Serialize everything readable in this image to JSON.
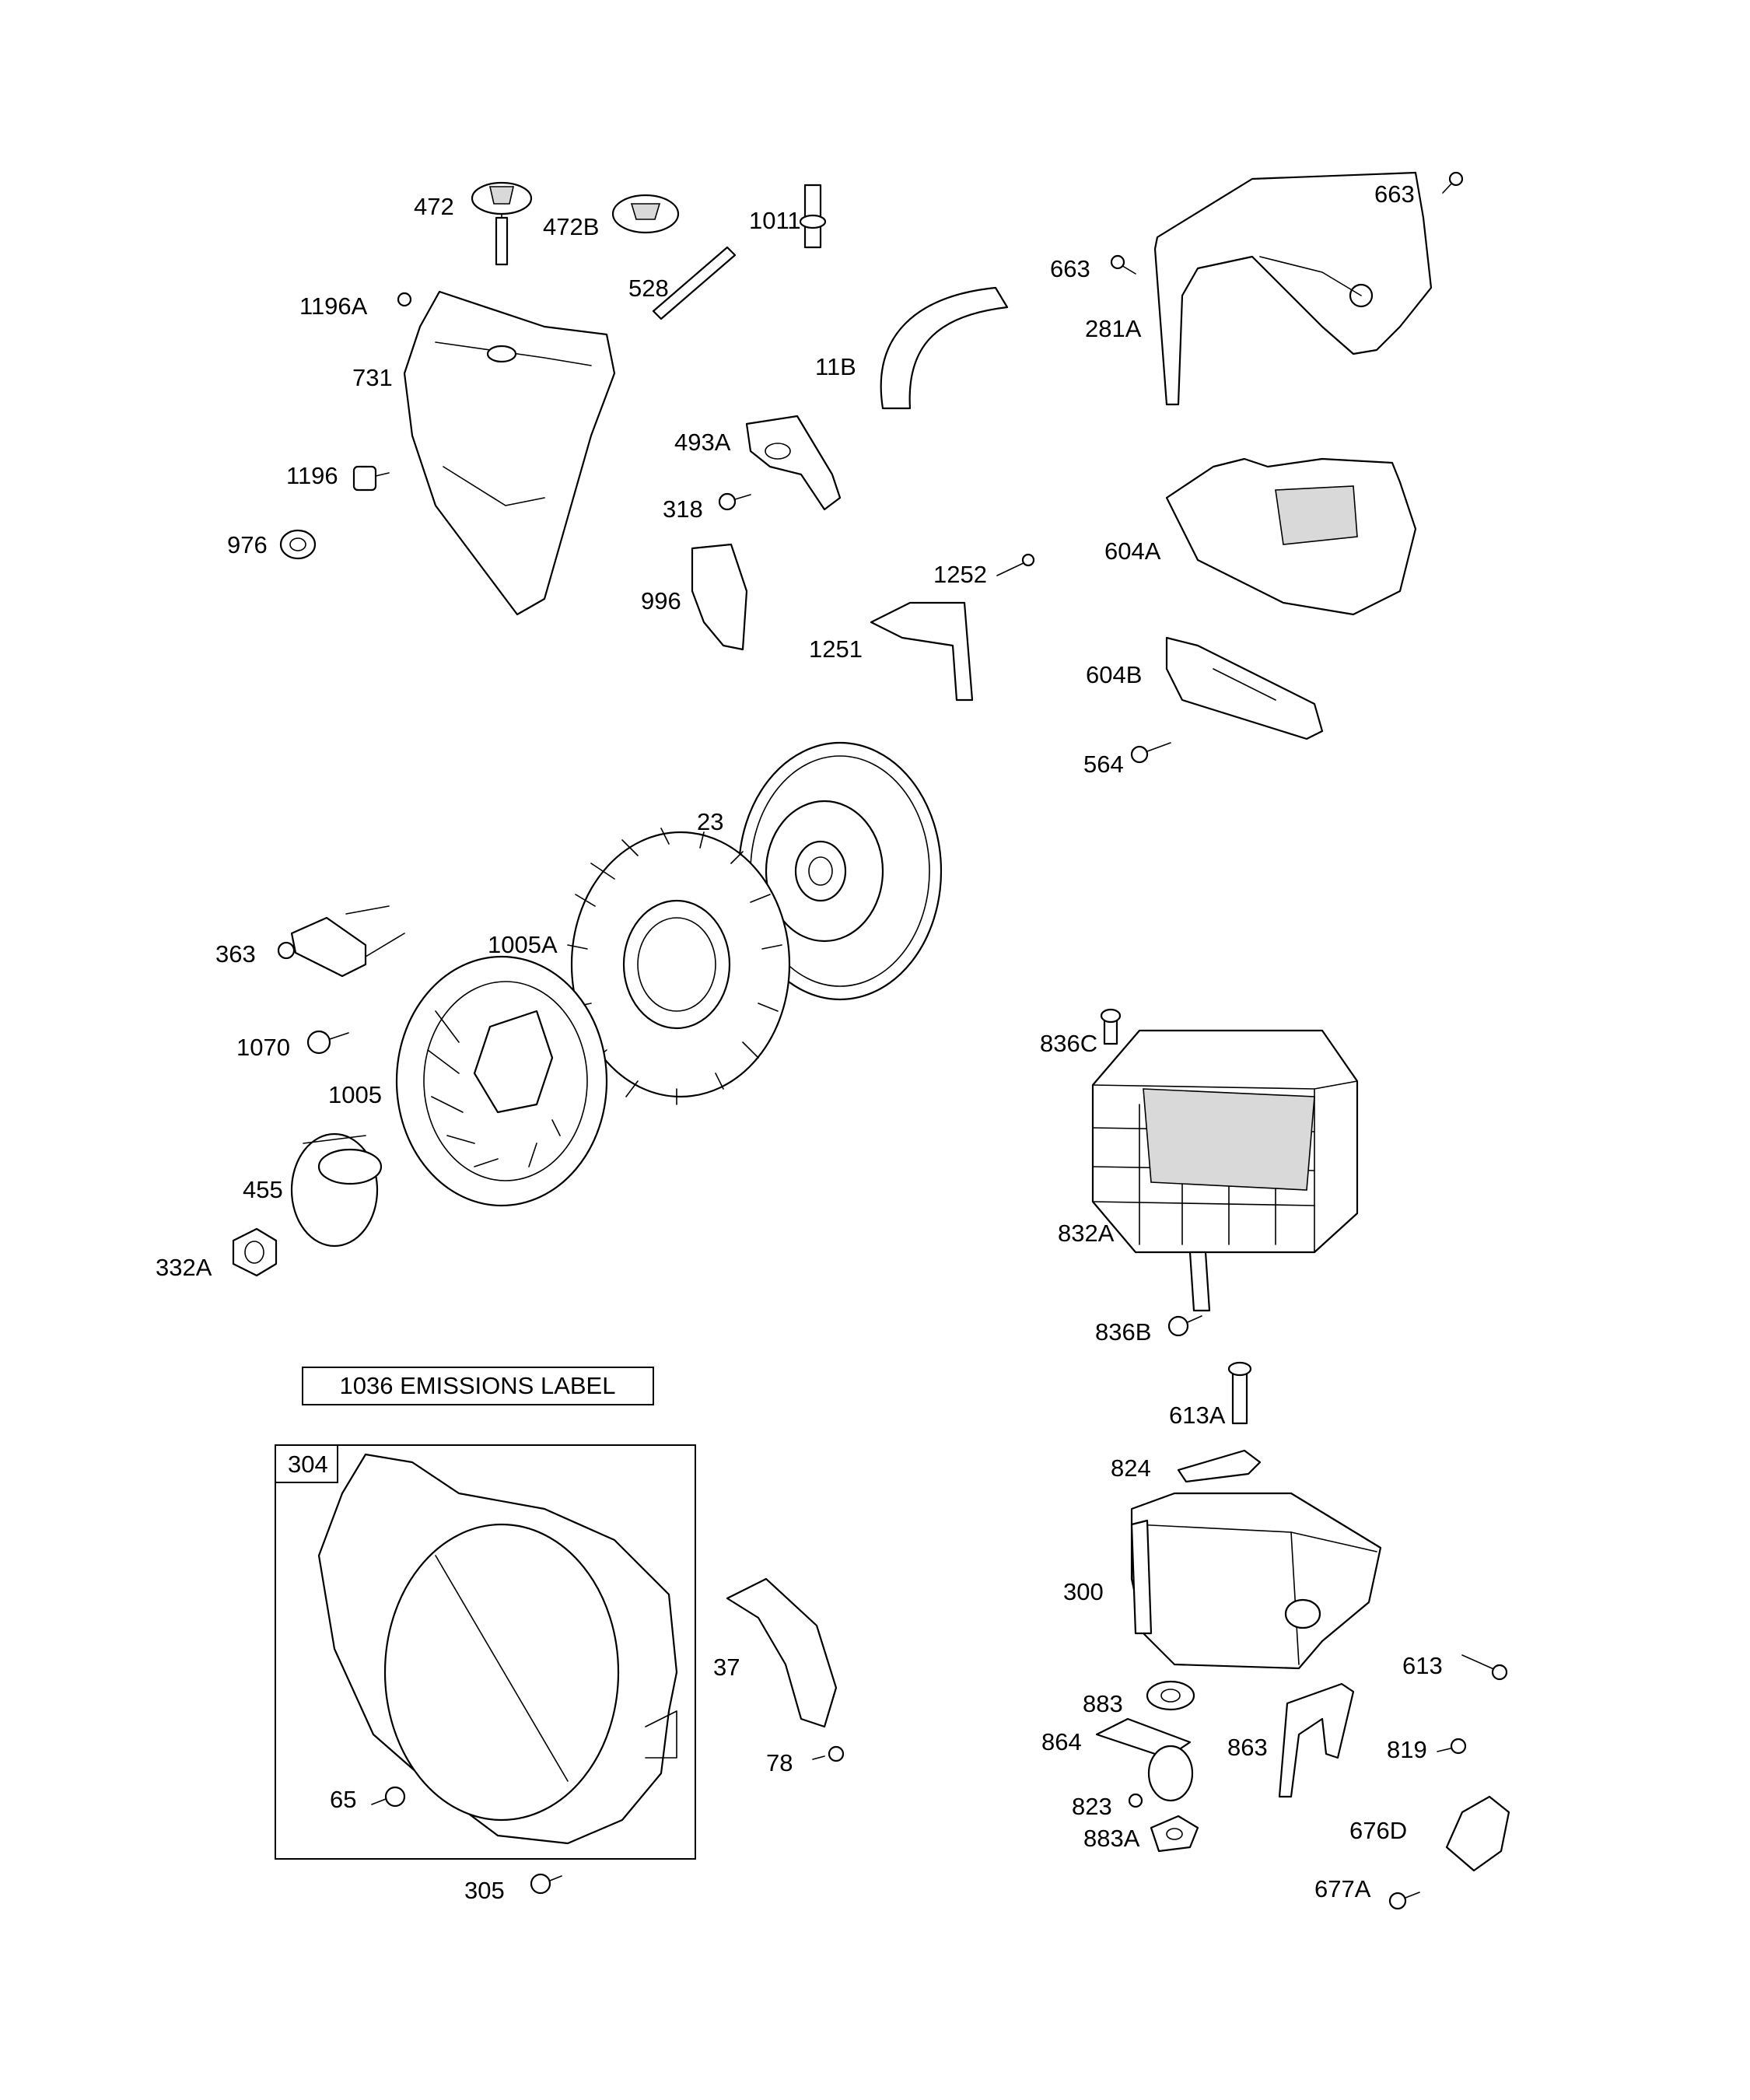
{
  "labels": {
    "p472": "472",
    "p472b": "472B",
    "p1011": "1011",
    "p663a": "663",
    "p663b": "663",
    "p1196a": "1196A",
    "p528": "528",
    "p731": "731",
    "p11b": "11B",
    "p281a": "281A",
    "p493a": "493A",
    "p1196": "1196",
    "p318": "318",
    "p976": "976",
    "p604a": "604A",
    "p1252": "1252",
    "p996": "996",
    "p1251": "1251",
    "p604b": "604B",
    "p564": "564",
    "p23": "23",
    "p363": "363",
    "p1005a": "1005A",
    "p836c": "836C",
    "p1070": "1070",
    "p1005": "1005",
    "p455": "455",
    "p832a": "832A",
    "p332a": "332A",
    "p836b": "836B",
    "p613a": "613A",
    "p304": "304",
    "p824": "824",
    "p300": "300",
    "p37": "37",
    "p613": "613",
    "p883": "883",
    "p864": "864",
    "p863": "863",
    "p819": "819",
    "p78": "78",
    "p65": "65",
    "p823": "823",
    "p676d": "676D",
    "p883a": "883A",
    "p677a": "677A",
    "p305": "305"
  },
  "emissions_label": "1036 EMISSIONS LABEL"
}
